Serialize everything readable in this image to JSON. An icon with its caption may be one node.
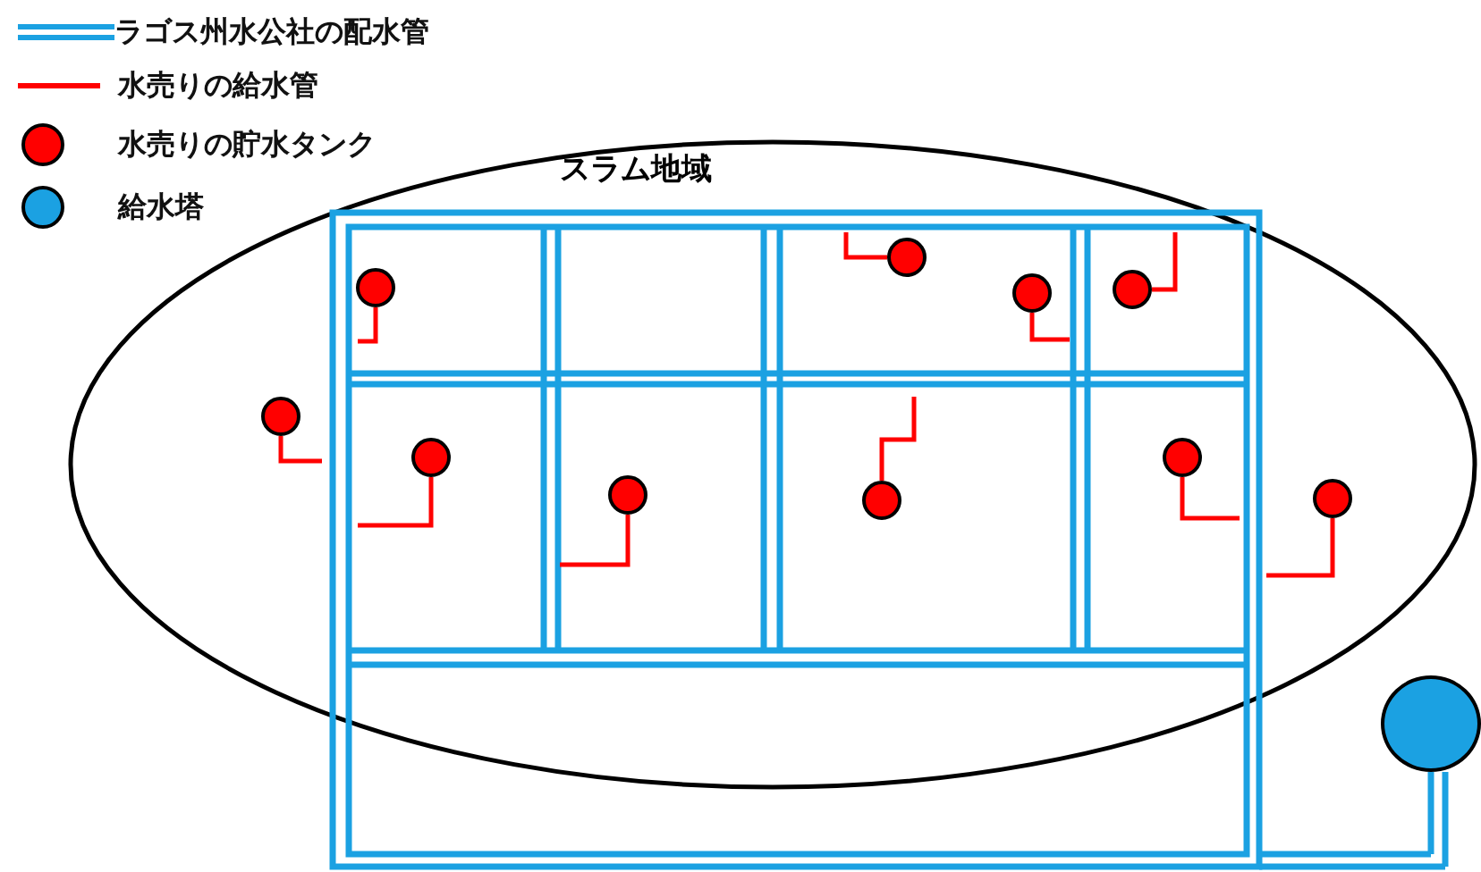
{
  "diagram": {
    "nodes": [
      {
        "text": [
          "スラム地域"
        ]
      },
      {
        "text": [],
        "shape": "circle",
        "in": 0
      },
      {
        "text": [],
        "shape": "circle",
        "in": 0
      },
      {
        "text": [],
        "shape": "circle",
        "in": 0
      },
      {
        "text": [],
        "shape": "circle",
        "in": 0
      },
      {
        "text": [],
        "shape": "circle",
        "in": 0
      },
      {
        "text": [],
        "shape": "circle",
        "in": 0
      },
      {
        "text": [],
        "shape": "circle",
        "in": 0
      },
      {
        "text": [],
        "shape": "circle",
        "in": 0
      },
      {
        "text": [],
        "shape": "circle",
        "in": 0
      },
      {
        "text": [],
        "shape": "circle",
        "in": 0
      },
      {
        "text": [],
        "shape": "circle"
      }
    ],
    "edges": [
      {
        "from": 1,
        "to": null,
        "arrow": "none"
      },
      {
        "from": 2,
        "to": null,
        "arrow": "none"
      },
      {
        "from": 3,
        "to": null,
        "arrow": "none"
      },
      {
        "from": 4,
        "to": null,
        "arrow": "none"
      },
      {
        "from": 5,
        "to": null,
        "arrow": "none"
      },
      {
        "from": 6,
        "to": null,
        "arrow": "none"
      },
      {
        "from": 7,
        "to": null,
        "arrow": "none"
      },
      {
        "from": 8,
        "to": null,
        "arrow": "none"
      },
      {
        "from": 9,
        "to": null,
        "arrow": "none"
      },
      {
        "from": 10,
        "to": null,
        "arrow": "none"
      }
    ],
    "legend": [
      {
        "text": "ラゴス州水公社の配水管"
      },
      {
        "text": "水売りの給水管"
      },
      {
        "text": "水売りの貯水タンク",
        "color": "#ff0000"
      },
      {
        "text": "給水塔",
        "color": "#1ba1e2"
      }
    ]
  }
}
